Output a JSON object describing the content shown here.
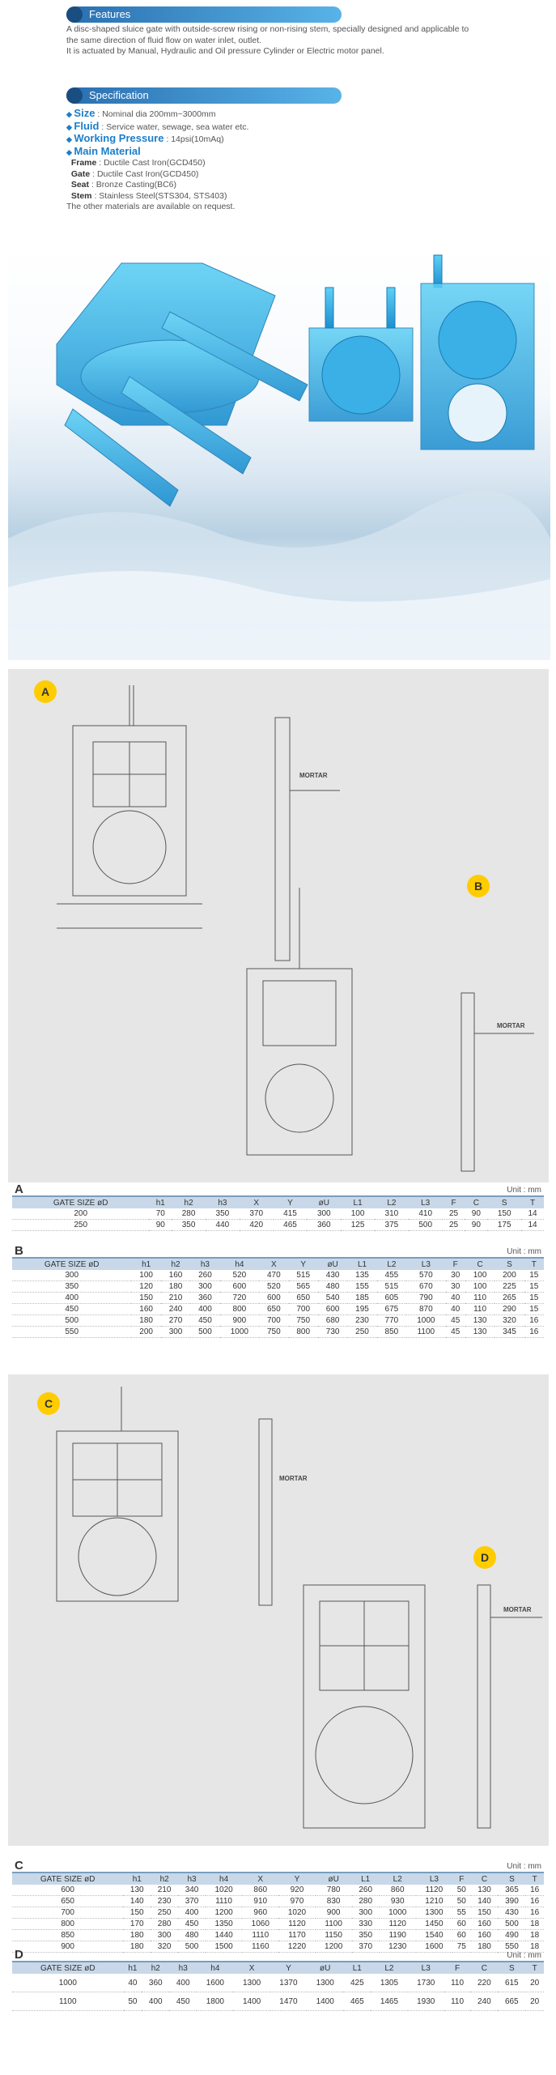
{
  "features": {
    "title": "Features",
    "lines": [
      "A disc-shaped sluice gate with outside-screw rising or non-rising stem, specially designed and applicable to",
      "the same direction of fluid flow on water inlet, outlet.",
      "It is actuated by Manual, Hydraulic and Oil pressure Cylinder or Electric motor panel."
    ]
  },
  "specification": {
    "title": "Specification",
    "size_label": "Size",
    "size_value": ": Nominal dia 200mm~3000mm",
    "fluid_label": "Fluid",
    "fluid_value": ": Service water, sewage, sea water etc.",
    "pressure_label": "Working Pressure",
    "pressure_value": ": 14psi(10mAq)",
    "material_label": "Main Material",
    "materials": [
      {
        "part": "Frame",
        "value": ": Ductile Cast Iron(GCD450)"
      },
      {
        "part": "Gate",
        "value": ": Ductile Cast Iron(GCD450)"
      },
      {
        "part": "Seat",
        "value": ": Bronze Casting(BC6)"
      },
      {
        "part": "Stem",
        "value": ": Stainless Steel(STS304, STS403)"
      }
    ],
    "note": "The other materials are available on request."
  },
  "drawing_labels": {
    "a": "A",
    "b": "B",
    "c": "C",
    "d": "D",
    "mortar": "MORTAR"
  },
  "unit": "Unit : mm",
  "tables": {
    "a": {
      "title": "A",
      "headers": [
        "GATE SIZE øD",
        "h1",
        "h2",
        "h3",
        "X",
        "Y",
        "øU",
        "L1",
        "L2",
        "L3",
        "F",
        "C",
        "S",
        "T"
      ],
      "rows": [
        [
          "200",
          "70",
          "280",
          "350",
          "370",
          "415",
          "300",
          "100",
          "310",
          "410",
          "25",
          "90",
          "150",
          "14"
        ],
        [
          "250",
          "90",
          "350",
          "440",
          "420",
          "465",
          "360",
          "125",
          "375",
          "500",
          "25",
          "90",
          "175",
          "14"
        ]
      ]
    },
    "b": {
      "title": "B",
      "headers": [
        "GATE SIZE øD",
        "h1",
        "h2",
        "h3",
        "h4",
        "X",
        "Y",
        "øU",
        "L1",
        "L2",
        "L3",
        "F",
        "C",
        "S",
        "T"
      ],
      "rows": [
        [
          "300",
          "100",
          "160",
          "260",
          "520",
          "470",
          "515",
          "430",
          "135",
          "455",
          "570",
          "30",
          "100",
          "200",
          "15"
        ],
        [
          "350",
          "120",
          "180",
          "300",
          "600",
          "520",
          "565",
          "480",
          "155",
          "515",
          "670",
          "30",
          "100",
          "225",
          "15"
        ],
        [
          "400",
          "150",
          "210",
          "360",
          "720",
          "600",
          "650",
          "540",
          "185",
          "605",
          "790",
          "40",
          "110",
          "265",
          "15"
        ],
        [
          "450",
          "160",
          "240",
          "400",
          "800",
          "650",
          "700",
          "600",
          "195",
          "675",
          "870",
          "40",
          "110",
          "290",
          "15"
        ],
        [
          "500",
          "180",
          "270",
          "450",
          "900",
          "700",
          "750",
          "680",
          "230",
          "770",
          "1000",
          "45",
          "130",
          "320",
          "16"
        ],
        [
          "550",
          "200",
          "300",
          "500",
          "1000",
          "750",
          "800",
          "730",
          "250",
          "850",
          "1100",
          "45",
          "130",
          "345",
          "16"
        ]
      ]
    },
    "c": {
      "title": "C",
      "headers": [
        "GATE SIZE øD",
        "h1",
        "h2",
        "h3",
        "h4",
        "X",
        "Y",
        "øU",
        "L1",
        "L2",
        "L3",
        "F",
        "C",
        "S",
        "T"
      ],
      "rows": [
        [
          "600",
          "130",
          "210",
          "340",
          "1020",
          "860",
          "920",
          "780",
          "260",
          "860",
          "1120",
          "50",
          "130",
          "365",
          "16"
        ],
        [
          "650",
          "140",
          "230",
          "370",
          "1110",
          "910",
          "970",
          "830",
          "280",
          "930",
          "1210",
          "50",
          "140",
          "390",
          "16"
        ],
        [
          "700",
          "150",
          "250",
          "400",
          "1200",
          "960",
          "1020",
          "900",
          "300",
          "1000",
          "1300",
          "55",
          "150",
          "430",
          "16"
        ],
        [
          "800",
          "170",
          "280",
          "450",
          "1350",
          "1060",
          "1120",
          "1100",
          "330",
          "1120",
          "1450",
          "60",
          "160",
          "500",
          "18"
        ],
        [
          "850",
          "180",
          "300",
          "480",
          "1440",
          "1110",
          "1170",
          "1150",
          "350",
          "1190",
          "1540",
          "60",
          "160",
          "490",
          "18"
        ],
        [
          "900",
          "180",
          "320",
          "500",
          "1500",
          "1160",
          "1220",
          "1200",
          "370",
          "1230",
          "1600",
          "75",
          "180",
          "550",
          "18"
        ]
      ]
    },
    "d": {
      "title": "D",
      "headers": [
        "GATE SIZE øD",
        "h1",
        "h2",
        "h3",
        "h4",
        "X",
        "Y",
        "øU",
        "L1",
        "L2",
        "L3",
        "F",
        "C",
        "S",
        "T"
      ],
      "rows": [
        [
          "1000",
          "40",
          "360",
          "400",
          "1600",
          "1300",
          "1370",
          "1300",
          "425",
          "1305",
          "1730",
          "110",
          "220",
          "615",
          "20"
        ],
        [
          "1100",
          "50",
          "400",
          "450",
          "1800",
          "1400",
          "1470",
          "1400",
          "465",
          "1465",
          "1930",
          "110",
          "240",
          "665",
          "20"
        ]
      ]
    }
  }
}
